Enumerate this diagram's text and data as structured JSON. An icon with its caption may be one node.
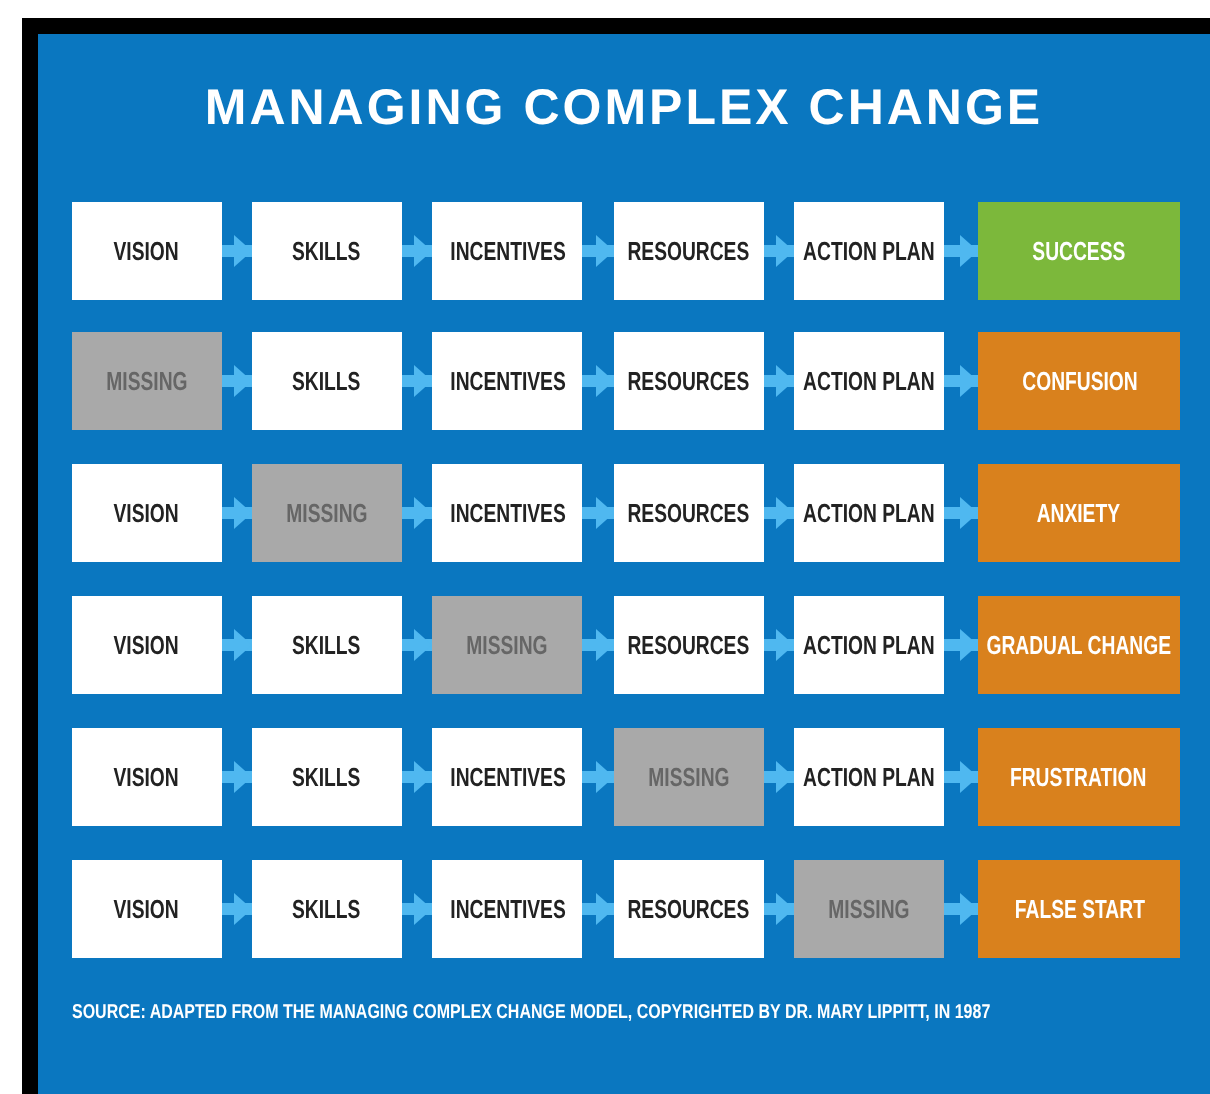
{
  "diagram": {
    "title": "MANAGING COMPLEX CHANGE",
    "nodes": [
      {
        "text": [
          "VISION"
        ]
      },
      {
        "text": [
          "SKILLS"
        ]
      },
      {
        "text": [
          "INCENTIVES"
        ]
      },
      {
        "text": [
          "RESOURCES"
        ]
      },
      {
        "text": [
          "ACTION PLAN"
        ]
      },
      {
        "text": [
          "SUCCESS"
        ]
      },
      {
        "text": [
          "MISSING"
        ]
      },
      {
        "text": [
          "SKILLS"
        ]
      },
      {
        "text": [
          "INCENTIVES"
        ]
      },
      {
        "text": [
          "RESOURCES"
        ]
      },
      {
        "text": [
          "ACTION PLAN"
        ]
      },
      {
        "text": [
          "CONFUSION"
        ]
      },
      {
        "text": [
          "VISION"
        ]
      },
      {
        "text": [
          "MISSING"
        ]
      },
      {
        "text": [
          "INCENTIVES"
        ]
      },
      {
        "text": [
          "RESOURCES"
        ]
      },
      {
        "text": [
          "ACTION PLAN"
        ]
      },
      {
        "text": [
          "ANXIETY"
        ]
      },
      {
        "text": [
          "VISION"
        ]
      },
      {
        "text": [
          "SKILLS"
        ]
      },
      {
        "text": [
          "MISSING"
        ]
      },
      {
        "text": [
          "RESOURCES"
        ]
      },
      {
        "text": [
          "ACTION PLAN"
        ]
      },
      {
        "text": [
          "GRADUAL CHANGE"
        ]
      },
      {
        "text": [
          "VISION"
        ]
      },
      {
        "text": [
          "SKILLS"
        ]
      },
      {
        "text": [
          "INCENTIVES"
        ]
      },
      {
        "text": [
          "MISSING"
        ]
      },
      {
        "text": [
          "ACTION PLAN"
        ]
      },
      {
        "text": [
          "FRUSTRATION"
        ]
      },
      {
        "text": [
          "VISION"
        ]
      },
      {
        "text": [
          "SKILLS"
        ]
      },
      {
        "text": [
          "INCENTIVES"
        ]
      },
      {
        "text": [
          "RESOURCES"
        ]
      },
      {
        "text": [
          "MISSING"
        ]
      },
      {
        "text": [
          "FALSE START"
        ]
      }
    ],
    "edges": [
      {
        "from": 0,
        "to": 1,
        "arrow": "to"
      },
      {
        "from": 1,
        "to": 2,
        "arrow": "to"
      },
      {
        "from": 2,
        "to": 3,
        "arrow": "to"
      },
      {
        "from": 3,
        "to": 4,
        "arrow": "to"
      },
      {
        "from": 4,
        "to": 5,
        "arrow": "to"
      },
      {
        "from": 6,
        "to": 7,
        "arrow": "to"
      },
      {
        "from": 7,
        "to": 8,
        "arrow": "to"
      },
      {
        "from": 8,
        "to": 9,
        "arrow": "to"
      },
      {
        "from": 9,
        "to": 10,
        "arrow": "to"
      },
      {
        "from": 10,
        "to": 11,
        "arrow": "to"
      },
      {
        "from": 12,
        "to": 13,
        "arrow": "to"
      },
      {
        "from": 13,
        "to": 14,
        "arrow": "to"
      },
      {
        "from": 14,
        "to": 15,
        "arrow": "to"
      },
      {
        "from": 15,
        "to": 16,
        "arrow": "to"
      },
      {
        "from": 16,
        "to": 17,
        "arrow": "to"
      },
      {
        "from": 18,
        "to": 19,
        "arrow": "to"
      },
      {
        "from": 19,
        "to": 20,
        "arrow": "to"
      },
      {
        "from": 20,
        "to": 21,
        "arrow": "to"
      },
      {
        "from": 21,
        "to": 22,
        "arrow": "to"
      },
      {
        "from": 22,
        "to": 23,
        "arrow": "to"
      },
      {
        "from": 24,
        "to": 25,
        "arrow": "to"
      },
      {
        "from": 25,
        "to": 26,
        "arrow": "to"
      },
      {
        "from": 26,
        "to": 27,
        "arrow": "to"
      },
      {
        "from": 27,
        "to": 28,
        "arrow": "to"
      },
      {
        "from": 28,
        "to": 29,
        "arrow": "to"
      },
      {
        "from": 30,
        "to": 31,
        "arrow": "to"
      },
      {
        "from": 31,
        "to": 32,
        "arrow": "to"
      },
      {
        "from": 32,
        "to": 33,
        "arrow": "to"
      },
      {
        "from": 33,
        "to": 34,
        "arrow": "to"
      },
      {
        "from": 34,
        "to": 35,
        "arrow": "to"
      }
    ],
    "caption": "SOURCE: ADAPTED FROM THE MANAGING COMPLEX CHANGE MODEL, COPYRIGHTED BY DR. MARY LIPPITT, IN 1987"
  }
}
